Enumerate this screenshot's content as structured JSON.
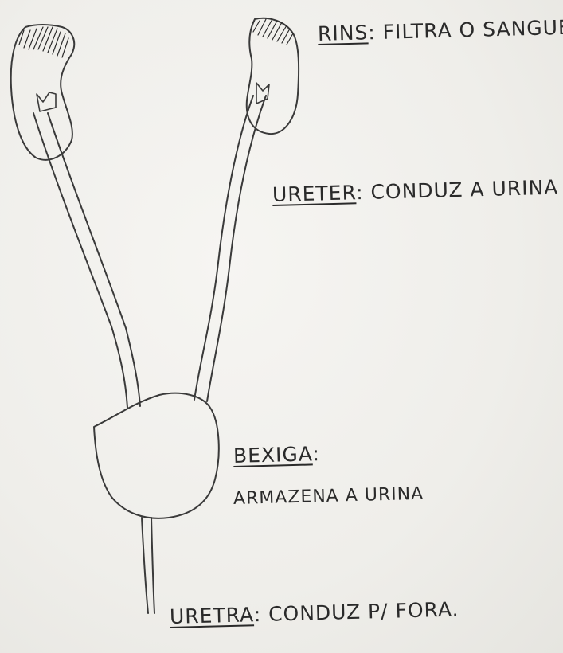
{
  "labels": {
    "rins": {
      "term": "RINS",
      "sep": ": ",
      "desc": "FILTRA O SANGUE"
    },
    "ureter": {
      "term": "URETER",
      "sep": ": ",
      "desc": "CONDUZ A URINA"
    },
    "bexiga": {
      "term": "BEXIGA",
      "sep": ":",
      "desc": "ARMAZENA A URINA"
    },
    "uretra": {
      "term": "URETRA",
      "sep": ": ",
      "desc": "CONDUZ P/ FORA."
    }
  }
}
